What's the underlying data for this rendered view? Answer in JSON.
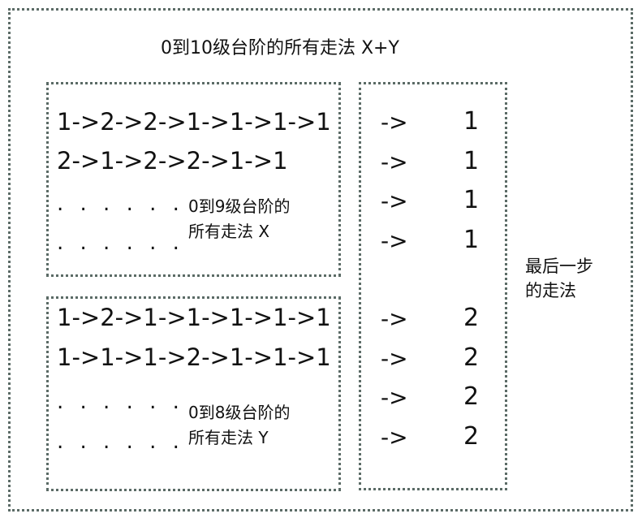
{
  "title": "0到10级台阶的所有走法 X+Y",
  "group_x": {
    "paths": [
      "1->2->2->1->1->1->1",
      "2->1->2->2->1->1"
    ],
    "ellipsis": [
      ". . . . . .",
      ". . . . . ."
    ],
    "label_line1": "0到9级台阶的",
    "label_line2": "所有走法 X"
  },
  "group_y": {
    "paths": [
      "1->2->1->1->1->1->1",
      "1->1->1->2->1->1->1"
    ],
    "ellipsis": [
      ". . . . . .",
      ". . . . . ."
    ],
    "label_line1": "0到8级台阶的",
    "label_line2": "所有走法 Y"
  },
  "last_step": {
    "arrow": "->",
    "values": [
      "1",
      "1",
      "1",
      "1",
      "2",
      "2",
      "2",
      "2"
    ]
  },
  "side_label": {
    "line1": "最后一步",
    "line2": "的走法"
  }
}
